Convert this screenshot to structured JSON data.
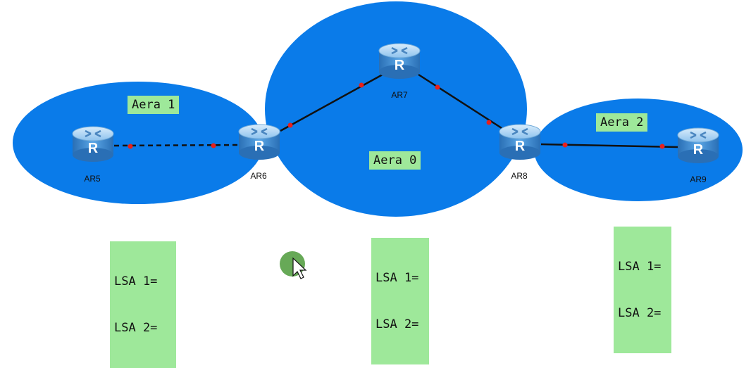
{
  "areas": [
    {
      "id": "area1",
      "label": "Aera 1"
    },
    {
      "id": "area0",
      "label": "Aera 0"
    },
    {
      "id": "area2",
      "label": "Aera 2"
    }
  ],
  "routers": [
    {
      "id": "ar5",
      "name": "AR5"
    },
    {
      "id": "ar6",
      "name": "AR6"
    },
    {
      "id": "ar7",
      "name": "AR7"
    },
    {
      "id": "ar8",
      "name": "AR8"
    },
    {
      "id": "ar9",
      "name": "AR9"
    }
  ],
  "router_glyph": "R",
  "links": [
    {
      "from": "ar5",
      "to": "ar6",
      "style": "dashed"
    },
    {
      "from": "ar6",
      "to": "ar7",
      "style": "solid"
    },
    {
      "from": "ar7",
      "to": "ar8",
      "style": "solid"
    },
    {
      "from": "ar8",
      "to": "ar9",
      "style": "solid"
    }
  ],
  "lsa_boxes": [
    {
      "id": "lsa-area1",
      "line1": "LSA 1=",
      "line2": "LSA 2="
    },
    {
      "id": "lsa-area0",
      "line1": "LSA 1=",
      "line2": "LSA 2="
    },
    {
      "id": "lsa-area2",
      "line1": "LSA 1=",
      "line2": "LSA 2="
    }
  ],
  "colors": {
    "area_fill": "#0a7be9",
    "label_bg": "#9ee89a",
    "link": "#111111",
    "link_dot": "#e8201c",
    "router_body": "#3f8fd9",
    "cursor_halo": "#4c9a3a"
  }
}
